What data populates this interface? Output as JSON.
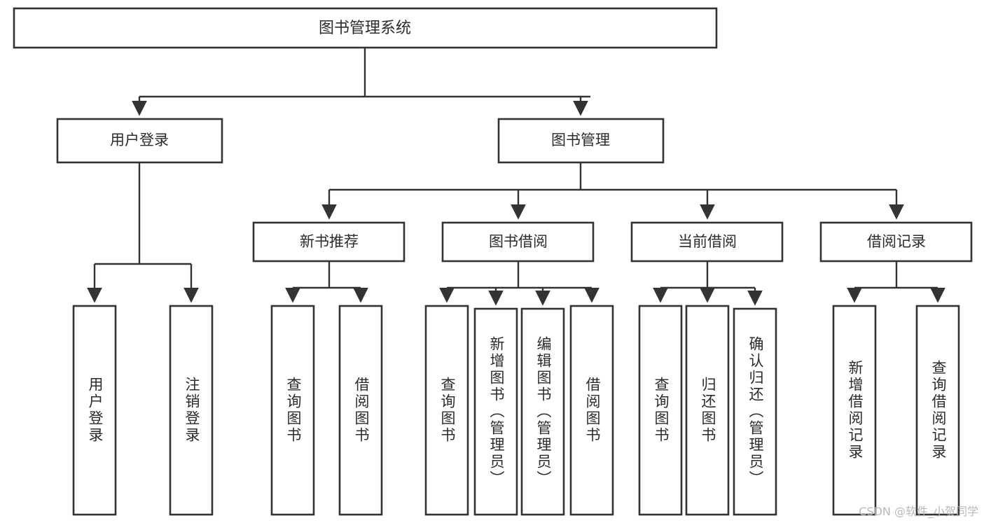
{
  "diagram": {
    "type": "tree-hierarchy",
    "title": "图书管理系统",
    "root": {
      "id": "root",
      "label": "图书管理系统"
    },
    "level2": [
      {
        "id": "user-login",
        "label": "用户登录"
      },
      {
        "id": "book-manage",
        "label": "图书管理"
      }
    ],
    "level3": [
      {
        "id": "new-book-recommend",
        "label": "新书推荐",
        "parent": "book-manage"
      },
      {
        "id": "book-borrow",
        "label": "图书借阅",
        "parent": "book-manage"
      },
      {
        "id": "current-borrow",
        "label": "当前借阅",
        "parent": "book-manage"
      },
      {
        "id": "borrow-record",
        "label": "借阅记录",
        "parent": "book-manage"
      }
    ],
    "leaves": {
      "user-login": [
        {
          "id": "leaf-user-login",
          "label": "用户登录"
        },
        {
          "id": "leaf-logout-login",
          "label": "注销登录"
        }
      ],
      "new-book-recommend": [
        {
          "id": "leaf-query-book-1",
          "label": "查询图书"
        },
        {
          "id": "leaf-borrow-book-1",
          "label": "借阅图书"
        }
      ],
      "book-borrow": [
        {
          "id": "leaf-query-book-2",
          "label": "查询图书"
        },
        {
          "id": "leaf-add-book",
          "label": "新增图书（管理员）"
        },
        {
          "id": "leaf-edit-book",
          "label": "编辑图书（管理员）"
        },
        {
          "id": "leaf-borrow-book-2",
          "label": "借阅图书"
        }
      ],
      "current-borrow": [
        {
          "id": "leaf-query-book-3",
          "label": "查询图书"
        },
        {
          "id": "leaf-return-book",
          "label": "归还图书"
        },
        {
          "id": "leaf-confirm-return",
          "label": "确认归还（管理员）"
        }
      ],
      "borrow-record": [
        {
          "id": "leaf-add-record",
          "label": "新增借阅记录"
        },
        {
          "id": "leaf-query-record",
          "label": "查询借阅记录"
        }
      ]
    }
  },
  "watermark": {
    "text": "CSDN @软件_小贺同学"
  },
  "colors": {
    "box_stroke": "#333333",
    "box_fill": "#ffffff",
    "text": "#2b2b2b",
    "background": "#ffffff",
    "watermark": "#b9b9b9"
  }
}
